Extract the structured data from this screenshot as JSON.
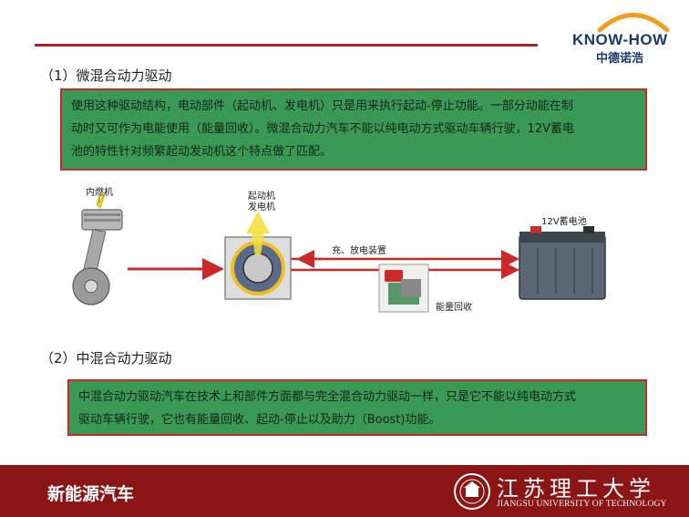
{
  "logo": {
    "brand_en": "KNOW-HOW",
    "brand_cn": "中德诺浩"
  },
  "section1": {
    "heading": "（1）微混合动力驱动",
    "lines": [
      "使用这种驱动结构，电动部件（起动机、发电机）只是用来执行起动-停止功能。一部分动能在制",
      "动时又可作为电能使用（能量回收）。微混合动力汽车不能以纯电动方式驱动车辆行驶，12V蓄电",
      "池的特性针对频繁起动发动机这个特点做了匹配。"
    ]
  },
  "diagram": {
    "engine_label": "内燃机",
    "starter_label_1": "起动机",
    "starter_label_2": "发电机",
    "battery_label": "12V蓄电池",
    "charge_label": "充、放电装置",
    "recovery_label": "能量回收"
  },
  "section2": {
    "heading": "（2）中混合动力驱动",
    "lines": [
      "中混合动力驱动汽车在技术上和部件方面都与完全混合动力驱动一样，只是它不能以纯电动方式",
      "驱动车辆行驶，它也有能量回收、起动-停止以及助力（Boost)功能。"
    ]
  },
  "footer": {
    "title": "新能源汽车",
    "university_cn": "江苏理工大学",
    "university_en": "JIANGSU UNIVERSITY OF TECHNOLOGY"
  },
  "colors": {
    "accent_red": "#b22222",
    "box_green": "#3a9a55",
    "footer_red": "#8b1414",
    "brand_blue": "#1a3a6e",
    "brand_orange": "#f0a020"
  }
}
